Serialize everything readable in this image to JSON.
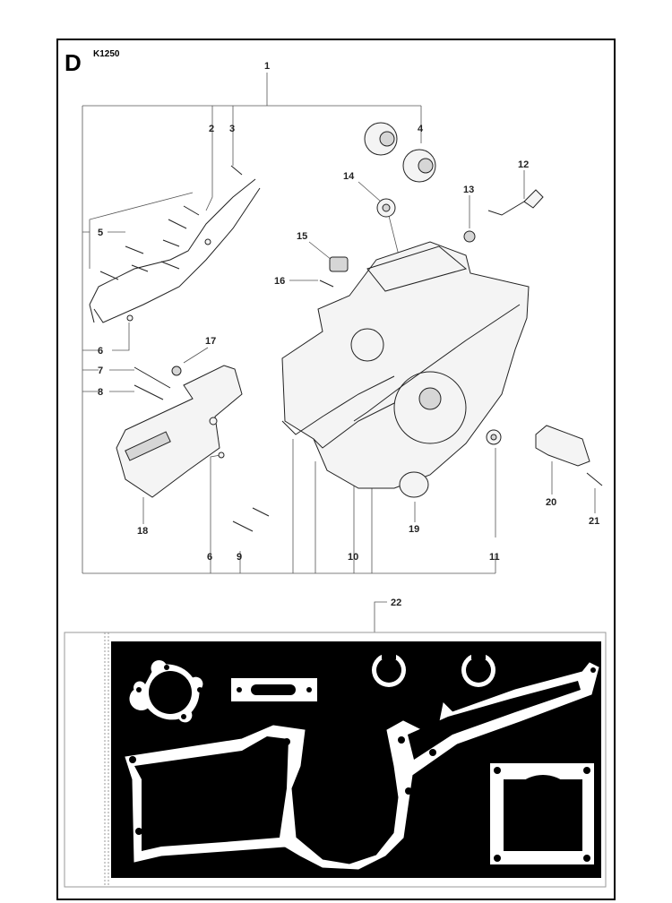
{
  "section_letter": "D",
  "model": "K1250",
  "callouts": [
    {
      "id": "c1",
      "label": "1"
    },
    {
      "id": "c2",
      "label": "2"
    },
    {
      "id": "c3",
      "label": "3"
    },
    {
      "id": "c4",
      "label": "4"
    },
    {
      "id": "c5",
      "label": "5"
    },
    {
      "id": "c6a",
      "label": "6"
    },
    {
      "id": "c6b",
      "label": "6"
    },
    {
      "id": "c7",
      "label": "7"
    },
    {
      "id": "c8",
      "label": "8"
    },
    {
      "id": "c9",
      "label": "9"
    },
    {
      "id": "c10",
      "label": "10"
    },
    {
      "id": "c11",
      "label": "11"
    },
    {
      "id": "c12",
      "label": "12"
    },
    {
      "id": "c13",
      "label": "13"
    },
    {
      "id": "c14",
      "label": "14"
    },
    {
      "id": "c15",
      "label": "15"
    },
    {
      "id": "c16",
      "label": "16"
    },
    {
      "id": "c17",
      "label": "17"
    },
    {
      "id": "c18",
      "label": "18"
    },
    {
      "id": "c19",
      "label": "19"
    },
    {
      "id": "c20",
      "label": "20"
    },
    {
      "id": "c21",
      "label": "21"
    },
    {
      "id": "c22",
      "label": "22"
    }
  ],
  "colors": {
    "frame": "#000000",
    "gasket_panel": "#000000",
    "gasket": "#ffffff"
  }
}
